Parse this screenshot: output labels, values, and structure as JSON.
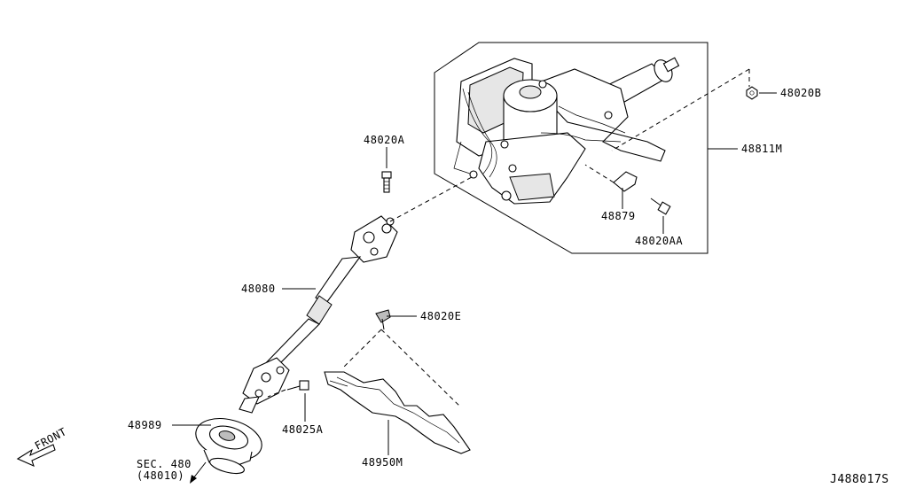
{
  "diagram": {
    "drawing_code": "J488017S",
    "front_label": "FRONT",
    "section_ref": {
      "line1": "SEC. 480",
      "line2": "(48010)"
    },
    "parts": {
      "p48020B": "48020B",
      "p48811M": "48811M",
      "p48020A": "48020A",
      "p48879": "48879",
      "p48020AA": "48020AA",
      "p48080": "48080",
      "p48020E": "48020E",
      "p48025A": "48025A",
      "p48989": "48989",
      "p48950M": "48950M"
    }
  }
}
